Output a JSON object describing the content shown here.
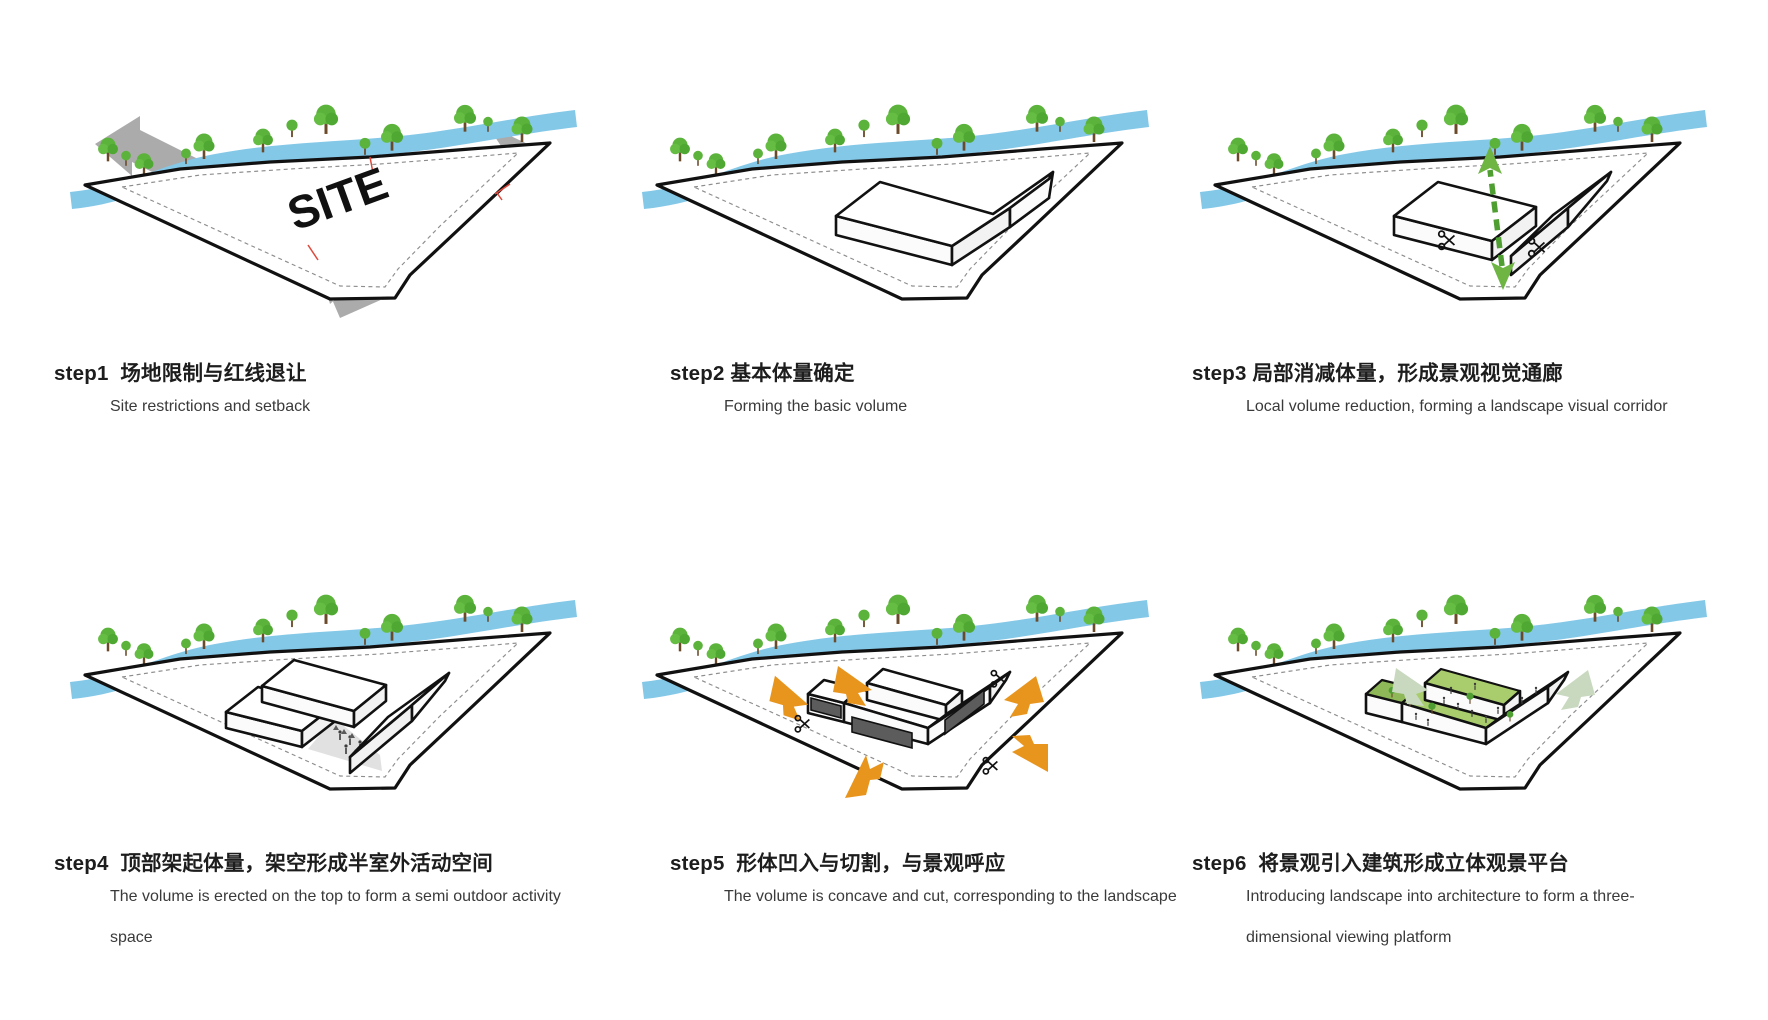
{
  "diagram": {
    "title_label": "SITE",
    "type": "architectural massing concept diagram",
    "panel_count": 6,
    "colors": {
      "river": "#84c8e8",
      "tree": "#5cb33c",
      "tree_trunk": "#6b4a2a",
      "site_boundary": "#111111",
      "setback_dashed": "#8d8d8d",
      "setback_red_mark": "#e0483a",
      "gray_arrow": "#ababab",
      "orange_arrow": "#e8951e",
      "green_arrow": "#6eb544",
      "soft_green_arrow": "#c9d9c0",
      "green_roof": "#a9cc6d",
      "cut_face": "#5c5c5c",
      "volume_fill": "#ffffff"
    }
  },
  "panels": [
    {
      "id": "step1",
      "step_label": "step1",
      "title_cn": "场地限制与红线退让",
      "title_en": "Site restrictions and setback",
      "site_label": "SITE",
      "annotations": [
        "double-headed gray dimension arrows",
        "red setback tick marks",
        "dashed setback line",
        "river with trees"
      ]
    },
    {
      "id": "step2",
      "step_label": "step2",
      "title_cn": "基本体量确定",
      "title_en": "Forming the basic volume",
      "annotations": [
        "L-shaped / chevron basic volume placed on site"
      ]
    },
    {
      "id": "step3",
      "step_label": "step3",
      "title_cn": "局部消减体量，形成景观视觉通廊",
      "title_en": "Local volume reduction, forming a landscape visual corridor",
      "annotations": [
        "green dashed double-headed view-corridor arrow",
        "two scissors cut icons",
        "volume split into two bars"
      ]
    },
    {
      "id": "step4",
      "step_label": "step4",
      "title_cn": "顶部架起体量，架空形成半室外活动空间",
      "title_en": "The volume is erected on the top to form a semi outdoor activity space",
      "annotations": [
        "upper bar lifted on top",
        "shaded semi-outdoor space beneath with small figures and trees"
      ]
    },
    {
      "id": "step5",
      "step_label": "step5",
      "title_cn": "形体凹入与切割，与景观呼应",
      "title_en": "The volume is concave and cut, corresponding to the landscape",
      "annotations": [
        "four orange inward push arrows",
        "dark recessed cut faces",
        "scissors cut icons"
      ]
    },
    {
      "id": "step6",
      "step_label": "step6",
      "title_cn": "将景观引入建筑形成立体观景平台",
      "title_en": "Introducing landscape into architecture to form a three-dimensional viewing platform",
      "annotations": [
        "green planted roof terraces with trees and people",
        "two pale green downward arrows"
      ]
    }
  ]
}
